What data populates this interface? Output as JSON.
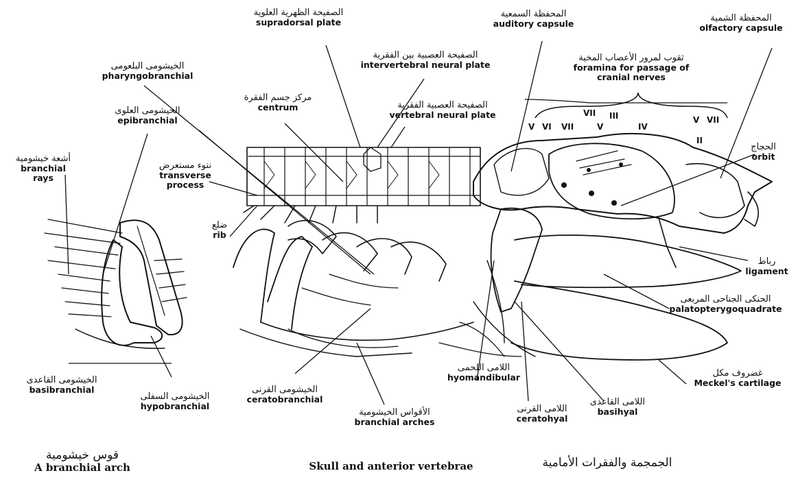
{
  "labels": {
    "supradorsal": {
      "ar": "الصفيحة الظهرية العلوية",
      "en": "supradorsal plate"
    },
    "auditory": {
      "ar": "المحفظة السمعية",
      "en": "auditory capsule"
    },
    "olfactory": {
      "ar": "المحفظة الشمية",
      "en": "olfactory capsule"
    },
    "pharyngobranchial": {
      "ar": "الخيشومى البلعومى",
      "en": "pharyngobranchial"
    },
    "intervertebral": {
      "ar": "الصفيحة العصبية بين الفقرية",
      "en": "intervertebral neural plate"
    },
    "foramina": {
      "ar": "ثقوب لمرور الأعصاب المخية",
      "en1": "foramina for passage of",
      "en2": "cranial nerves"
    },
    "centrum": {
      "ar": "مركز جسم الفقرة",
      "en": "centrum"
    },
    "epibranchial": {
      "ar": "الخيشومى العلوى",
      "en": "epibranchial"
    },
    "vertebral_neural": {
      "ar": "الصفيحة العصبية الفقرية",
      "en": "vertebral neural plate"
    },
    "branchial_rays": {
      "ar": "أشعة خيشومية",
      "en1": "branchial",
      "en2": "rays"
    },
    "transverse": {
      "ar": "نتوء مستعرض",
      "en1": "transverse",
      "en2": "process"
    },
    "orbit": {
      "ar": "الحجاج",
      "en": "orbit"
    },
    "rib": {
      "ar": "ضلع",
      "en": "rib"
    },
    "ligament": {
      "ar": "رباط",
      "en": "ligament"
    },
    "palato": {
      "ar": "الحنكى الجناحى المربعى",
      "en": "palatopterygoquadrate"
    },
    "meckel": {
      "ar": "غضروف مكل",
      "en": "Meckel's cartilage"
    },
    "basibranchial": {
      "ar": "الخيشومى القاعدى",
      "en": "basibranchial"
    },
    "hypobranchial": {
      "ar": "الخيشومى السفلى",
      "en": "hypobranchial"
    },
    "ceratobranchial": {
      "ar": "الخيشومى القرنى",
      "en": "ceratobranchial"
    },
    "hyomandibular": {
      "ar": "اللامى اللحمى",
      "en": "hyomandibular"
    },
    "branchial_arches": {
      "ar": "الأقواس الخيشومية",
      "en": "branchial arches"
    },
    "ceratohyal": {
      "ar": "اللامى القرنى",
      "en": "ceratohyal"
    },
    "basihyal": {
      "ar": "اللامى القاعدى",
      "en": "basihyal"
    }
  },
  "nerves": [
    "V",
    "VI",
    "VII",
    "VII",
    "III",
    "V",
    "IV",
    "V",
    "VII",
    "II"
  ],
  "captions": {
    "left_ar": "قوس خيشومية",
    "left_en": "A branchial arch",
    "right_en": "Skull and anterior vertebrae",
    "right_ar": "الجمجمة والفقرات الأمامية"
  }
}
